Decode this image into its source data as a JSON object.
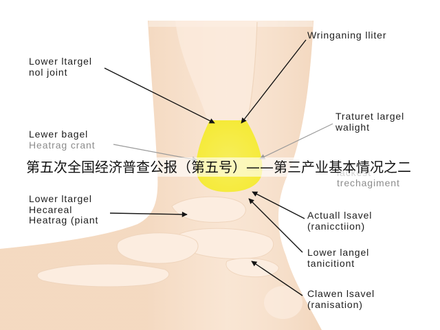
{
  "overlay": {
    "title": "第五次全国经济普查公报（第五号）——第三产业基本情况之二"
  },
  "labels": {
    "lower_ltargel_joint": {
      "line1": "Lower ltargel",
      "line2": "nol joint"
    },
    "wringaning": {
      "line1": "Wringaning lliter"
    },
    "lewer_bagel": {
      "line1": "Lewer bagel",
      "line2": "Heatrag crant"
    },
    "traturet": {
      "line1": "Traturet largel",
      "line2": "walight"
    },
    "lackest": {
      "line1": "lackest",
      "line2": "trechagiment"
    },
    "lower_ltargel_hecareal": {
      "line1": "Lower ltargel",
      "line2": "Hecareal",
      "line3": "Heatrag (piant"
    },
    "actuall": {
      "line1": "Actuall lsavel",
      "line2": "(ranicctiion)"
    },
    "lower_langel": {
      "line1": "Lower langel",
      "line2": "tanicitiont"
    },
    "clawen": {
      "line1": "Clawen lsavel",
      "line2": "(ranisation)"
    }
  },
  "colors": {
    "skin": "#f8e0ca",
    "bone": "#fcede0",
    "bone_edge": "#efd5bd",
    "highlight": "#f5ea35",
    "label_text": "#1c1c1c",
    "faded_text": "#8c8c8c",
    "arrow": "#141414",
    "faded_arrow": "#9a9a9a",
    "overlay_text": "#111111"
  }
}
